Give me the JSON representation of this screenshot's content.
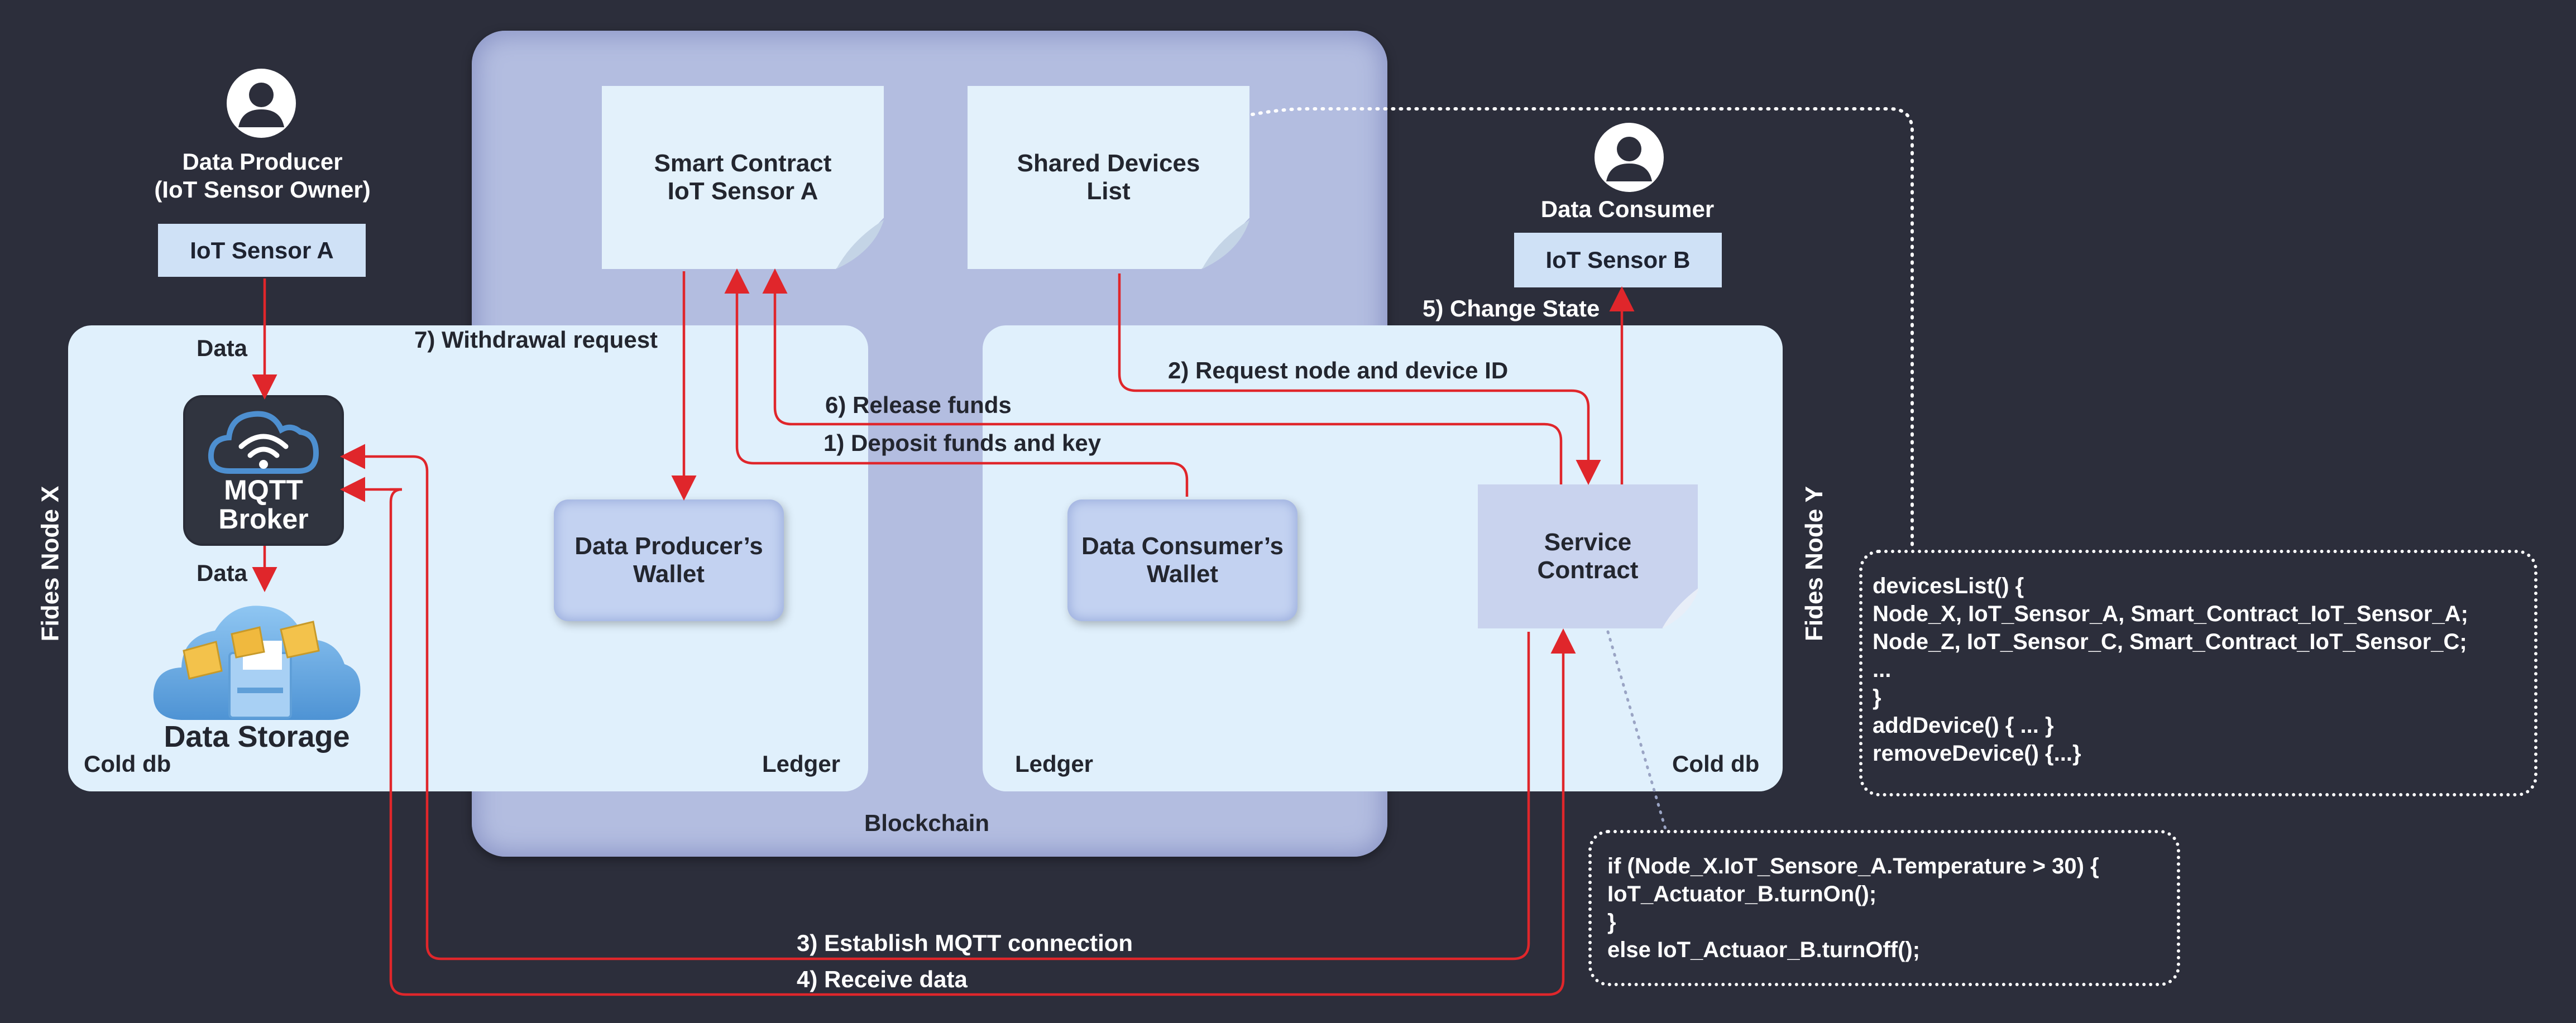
{
  "producer": {
    "title_line1": "Data Producer",
    "title_line2": "(IoT Sensor Owner)",
    "device": "IoT Sensor A"
  },
  "consumer": {
    "title": "Data Consumer",
    "device": "IoT Sensor B"
  },
  "blockchain": {
    "label": "Blockchain",
    "smart_contract_line1": "Smart Contract",
    "smart_contract_line2": "IoT Sensor A",
    "shared_devices_line1": "Shared Devices",
    "shared_devices_line2": "List"
  },
  "node_x": {
    "label": "Fides Node X",
    "cold_db": "Cold db",
    "ledger": "Ledger",
    "broker_line1": "MQTT",
    "broker_line2": "Broker",
    "storage": "Data Storage",
    "wallet_line1": "Data Producer’s",
    "wallet_line2": "Wallet",
    "data_in": "Data",
    "data_out": "Data"
  },
  "node_y": {
    "label": "Fides Node Y",
    "cold_db": "Cold db",
    "ledger": "Ledger",
    "wallet_line1": "Data Consumer’s",
    "wallet_line2": "Wallet",
    "service_line1": "Service",
    "service_line2": "Contract"
  },
  "flows": {
    "deposit": "1) Deposit funds and key",
    "request_id": "2) Request node and device ID",
    "establish": "3) Establish MQTT connection",
    "receive": "4) Receive data",
    "change_state": "5) Change State",
    "release": "6) Release funds",
    "withdrawal": "7) Withdrawal request"
  },
  "code_devices": {
    "line1": "devicesList() {",
    "line2": "Node_X, IoT_Sensor_A, Smart_Contract_IoT_Sensor_A;",
    "line3": "Node_Z, IoT_Sensor_C, Smart_Contract_IoT_Sensor_C;",
    "line4": "...",
    "line5": "}",
    "line6": "addDevice() { ... }",
    "line7": "removeDevice() {...}"
  },
  "code_rule": {
    "line1": "if (Node_X.IoT_Sensore_A.Temperature > 30) {",
    "line2": "IoT_Actuator_B.turnOn();",
    "line3": "}",
    "line4": "else IoT_Actuaor_B.turnOff();"
  },
  "colors": {
    "background": "#2c2e3b",
    "arrow": "#e0262b",
    "panel": "#e0f0fc",
    "blockchain": "#b3bde0"
  }
}
